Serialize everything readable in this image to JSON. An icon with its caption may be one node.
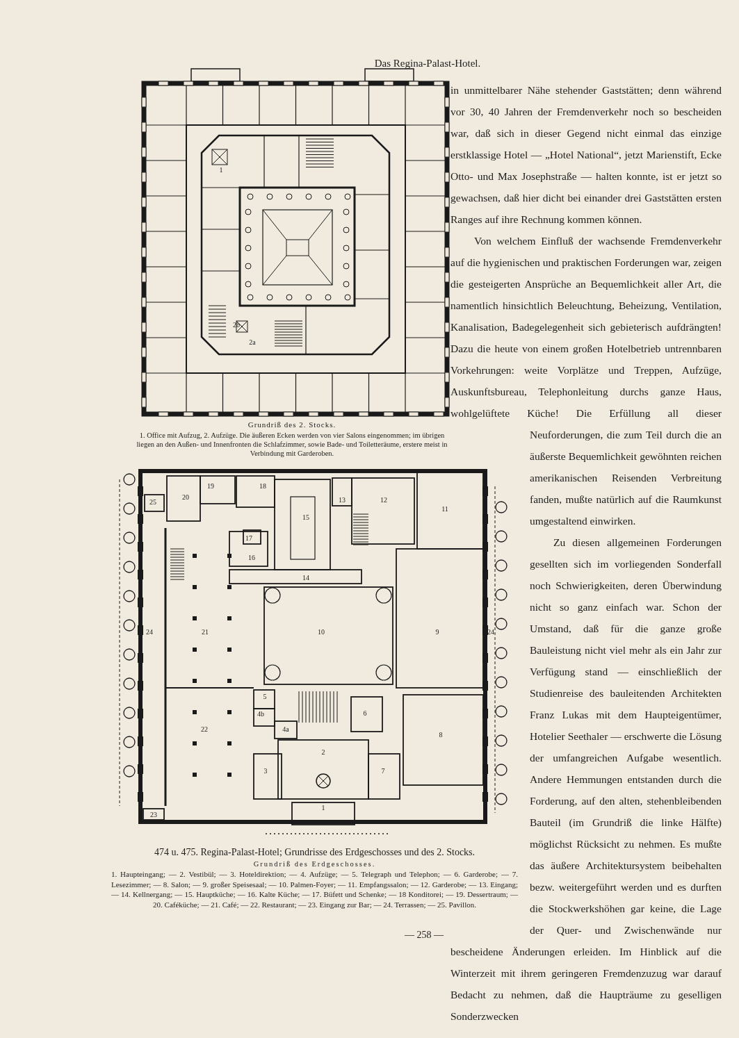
{
  "diagram": {
    "title": "Das Regina-Palast-Hotel.",
    "labels": [
      "1",
      "2b",
      "2a",
      "Grundriß des 2. Stocks.",
      "1. Office mit Aufzug, 2. Aufzüge. Die äußeren Ecken werden von vier Salons eingenommen; im übrigen liegen an den Außen- und Innenfronten die Schlafzimmer, sowie Bade- und Toiletteräume, erstere meist in Verbindung mit Garderoben.",
      "in unmittelbarer Nähe stehender Gaststätten; denn während vor 30, 40 Jahren der Fremdenverkehr noch so bescheiden war, daß sich in dieser Gegend nicht einmal das einzige erstklassige Hotel — „Hotel National“, jetzt Marienstift, Ecke Otto- und Max Josephstraße — halten konnte, ist er jetzt so gewachsen, daß hier dicht bei einander drei Gaststätten ersten Ranges auf ihre Rechnung kommen können.",
      "Von welchem Einfluß der wachsende Fremdenverkehr auf die hygienischen und praktischen Forderungen war, zeigen die gesteigerten Ansprüche an Bequemlichkeit aller Art, die namentlich hinsichtlich Beleuchtung, Beheizung, Ventilation, Kanalisation, Badegelegenheit sich gebieterisch aufdrängten! Dazu die heute von einem großen Hotelbetrieb untrennbaren Vorkehrungen: weite Vorplätze und Treppen, Aufzüge, Auskunftsbureau, Telephonleitung durchs ganze Haus, wohlgelüftete Küche! Die Erfüllung all dieser Neuforderungen, die zum Teil durch die an äußerste Bequemlichkeit gewöhnten reichen amerikanischen Reisenden Verbreitung fanden, mußte natürlich auf die Raumkunst umgestaltend einwirken.",
      "Zu diesen allgemeinen Forderungen gesellten sich im vorliegenden Sonderfall noch Schwierigkeiten, deren Überwindung nicht so ganz einfach war. Schon der Umstand, daß für die ganze große Bauleistung nicht viel mehr als ein Jahr zur Verfügung stand — einschließlich der Studienreise des bauleitenden Architekten Franz Lukas mit dem Haupteigentümer, Hotelier Seethaler — erschwerte die Lösung der umfangreichen Aufgabe wesentlich. Andere Hemmungen entstanden durch die Forderung, auf den alten, stehenbleibenden Bauteil (im Grundriß die linke Hälfte) möglichst Rücksicht zu nehmen. Es mußte das äußere Architektursystem beibehalten bezw. weitergeführt werden und es durften die Stockwerkshöhen gar keine, die Lage der Quer- und Zwischenwände nur bescheidene Änderungen erleiden. Im Hinblick auf die Winterzeit mit ihrem geringeren Fremdenzuzug war darauf Bedacht zu nehmen, daß die Haupträume zu geselligen Sonderzwecken",
      "19",
      "18",
      "13",
      "12",
      "20",
      "25",
      "11",
      "15",
      "17",
      "16",
      "14",
      "24",
      "21",
      "10",
      "9",
      "24",
      "5",
      "4b",
      "6",
      "22",
      "4a",
      "8",
      "2",
      "3",
      "7",
      "1",
      "23",
      "474 u. 475. Regina-Palast-Hotel; Grundrisse des Erdgeschosses und des 2. Stocks.",
      "Grundriß des Erdgeschosses.",
      "1. Haupteingang; — 2. Vestibül; — 3. Hoteldirektion; — 4. Aufzüge; — 5. Telegraph und Telephon; — 6. Garderobe; — 7. Lesezimmer; — 8. Salon; — 9. großer Speisesaal; — 10. Palmen-Foyer; — 11. Empfangssalon; — 12. Garderobe; — 13. Eingang; — 14. Kellnergang; — 15. Hauptküche; — 16. Kalte Küche; — 17. Büfett und Schenke; — 18 Konditorei; — 19. Dessertraum; — 20. Caféküche; — 21. Café; — 22. Restaurant; — 23. Eingang zur Bar; — 24. Terrassen; — 25. Pavillon.",
      "— 258 —"
    ]
  }
}
